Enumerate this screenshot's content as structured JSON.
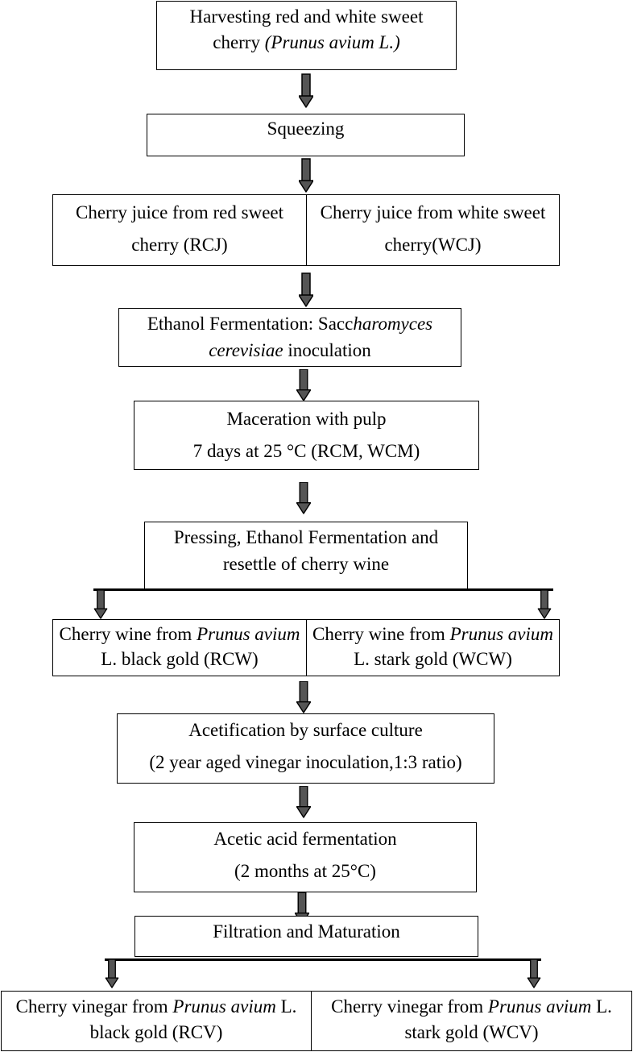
{
  "steps": {
    "harvest": {
      "line1": "Harvesting red and white sweet",
      "line2_a": "cherry ",
      "line2_italic": "(Prunus avium L.)"
    },
    "squeeze": {
      "label": "Squeezing"
    },
    "juice": {
      "left": {
        "line1": "Cherry juice from red",
        "line2": "sweet cherry (RCJ)"
      },
      "right": {
        "line1": "Cherry juice from white",
        "line2": "sweet cherry(WCJ)"
      }
    },
    "ethanol": {
      "line1_a": "Ethanol Fermentation: Sacc",
      "line1_italic": "haromyces",
      "line2_italic": "cerevisiae",
      "line2_b": " inoculation"
    },
    "maceration": {
      "line1": "Maceration with pulp",
      "line2": "7 days at 25 °C (RCM, WCM)"
    },
    "pressing": {
      "line1": "Pressing,   Ethanol Fermentation and",
      "line2": "resettle of cherry wine"
    },
    "wine": {
      "left": {
        "line1_a": "Cherry wine from ",
        "line1_italic": "Prunus",
        "line2_italic": "avium",
        "line2_b": " L. black gold (RCW)"
      },
      "right": {
        "line1_a": "Cherry wine from ",
        "line1_italic": "Prunus",
        "line2_italic": "avium",
        "line2_b": " L. stark gold (WCW)"
      }
    },
    "acetification": {
      "line1": "Acetification by surface culture",
      "line2": "(2 year aged vinegar inoculation,1:3 ratio)"
    },
    "acetic": {
      "line1": "Acetic acid fermentation",
      "line2": "(2 months at 25°C)"
    },
    "filtration": {
      "label": "Filtration and Maturation"
    },
    "vinegar": {
      "left": {
        "line1_a": "Cherry vinegar from ",
        "line1_italic": "Prunus avium",
        "line1_b": " L.",
        "line2": "black gold (RCV)"
      },
      "right": {
        "line1_a": "Cherry vinegar from ",
        "line1_italic": "Prunus avium",
        "line1_b": " L.",
        "line2": "stark gold  (WCV)"
      }
    }
  }
}
